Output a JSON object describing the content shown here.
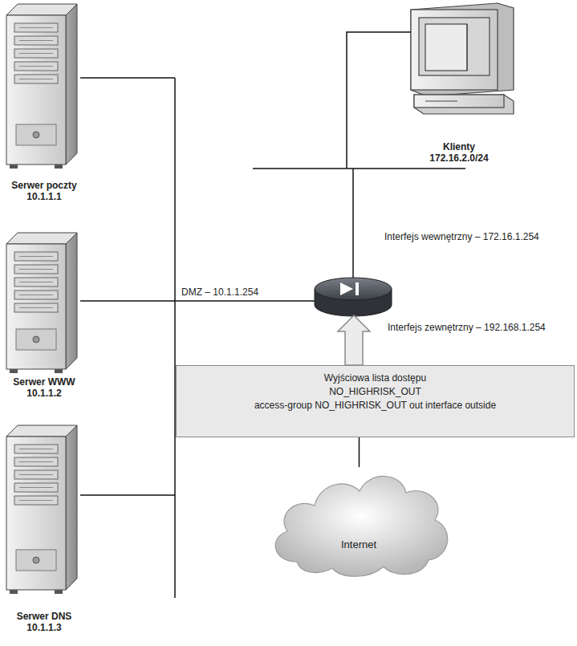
{
  "diagram": {
    "nodes": [
      {
        "text": [
          "Serwer poczty",
          "10.1.1.1"
        ]
      },
      {
        "text": [
          "Klienty",
          "172.16.2.0/24"
        ]
      },
      {
        "text": [
          "Serwer WWW",
          "10.1.1.2"
        ]
      },
      {
        "text": [
          "Serwer DNS",
          "10.1.1.3"
        ]
      },
      {
        "text": [
          "Wyjściowa lista dostępu",
          "NO_HIGHRISK_OUT",
          "access-group NO_HIGHRISK_OUT out interface outside"
        ]
      },
      {
        "text": [
          "Internet"
        ]
      }
    ],
    "edges": [
      {
        "from": 5,
        "to": 4,
        "arrow": "none"
      }
    ],
    "labels": [
      "Interfejs wewnętrzny – 172.16.1.254",
      "DMZ – 10.1.1.254",
      "Interfejs zewnętrzny – 192.168.1.254"
    ]
  }
}
